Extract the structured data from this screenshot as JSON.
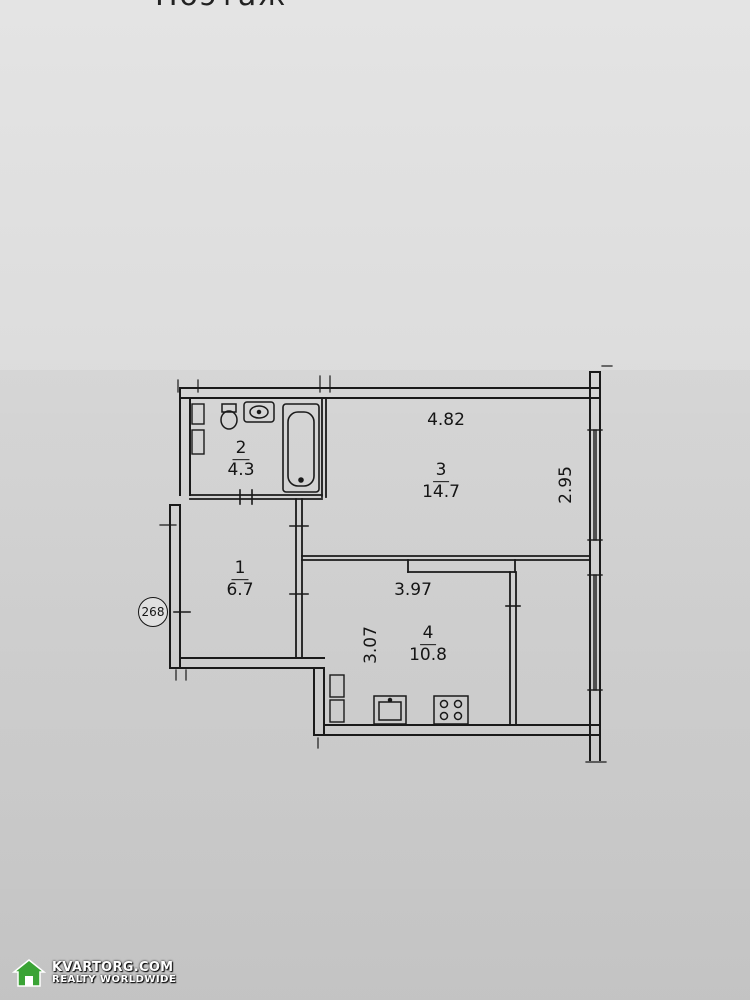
{
  "page_header": {
    "text": "Поэтаж"
  },
  "rooms": [
    {
      "id": "room-1",
      "number": "1",
      "area": "6.7"
    },
    {
      "id": "room-2",
      "number": "2",
      "area": "4.3"
    },
    {
      "id": "room-3",
      "number": "3",
      "area": "14.7"
    },
    {
      "id": "room-4",
      "number": "4",
      "area": "10.8"
    }
  ],
  "dimensions": {
    "room3_width": "4.82",
    "room3_depth": "2.95",
    "room4_width": "3.97",
    "room4_depth": "3.07"
  },
  "axis_marker": "268",
  "watermark": {
    "brand": "KVARTORG.COM",
    "tagline": "REALTY WORLDWIDE"
  },
  "colors": {
    "paper": "#dedede",
    "wall": "#1a1a1a",
    "shadow": "#cfcfcf"
  }
}
